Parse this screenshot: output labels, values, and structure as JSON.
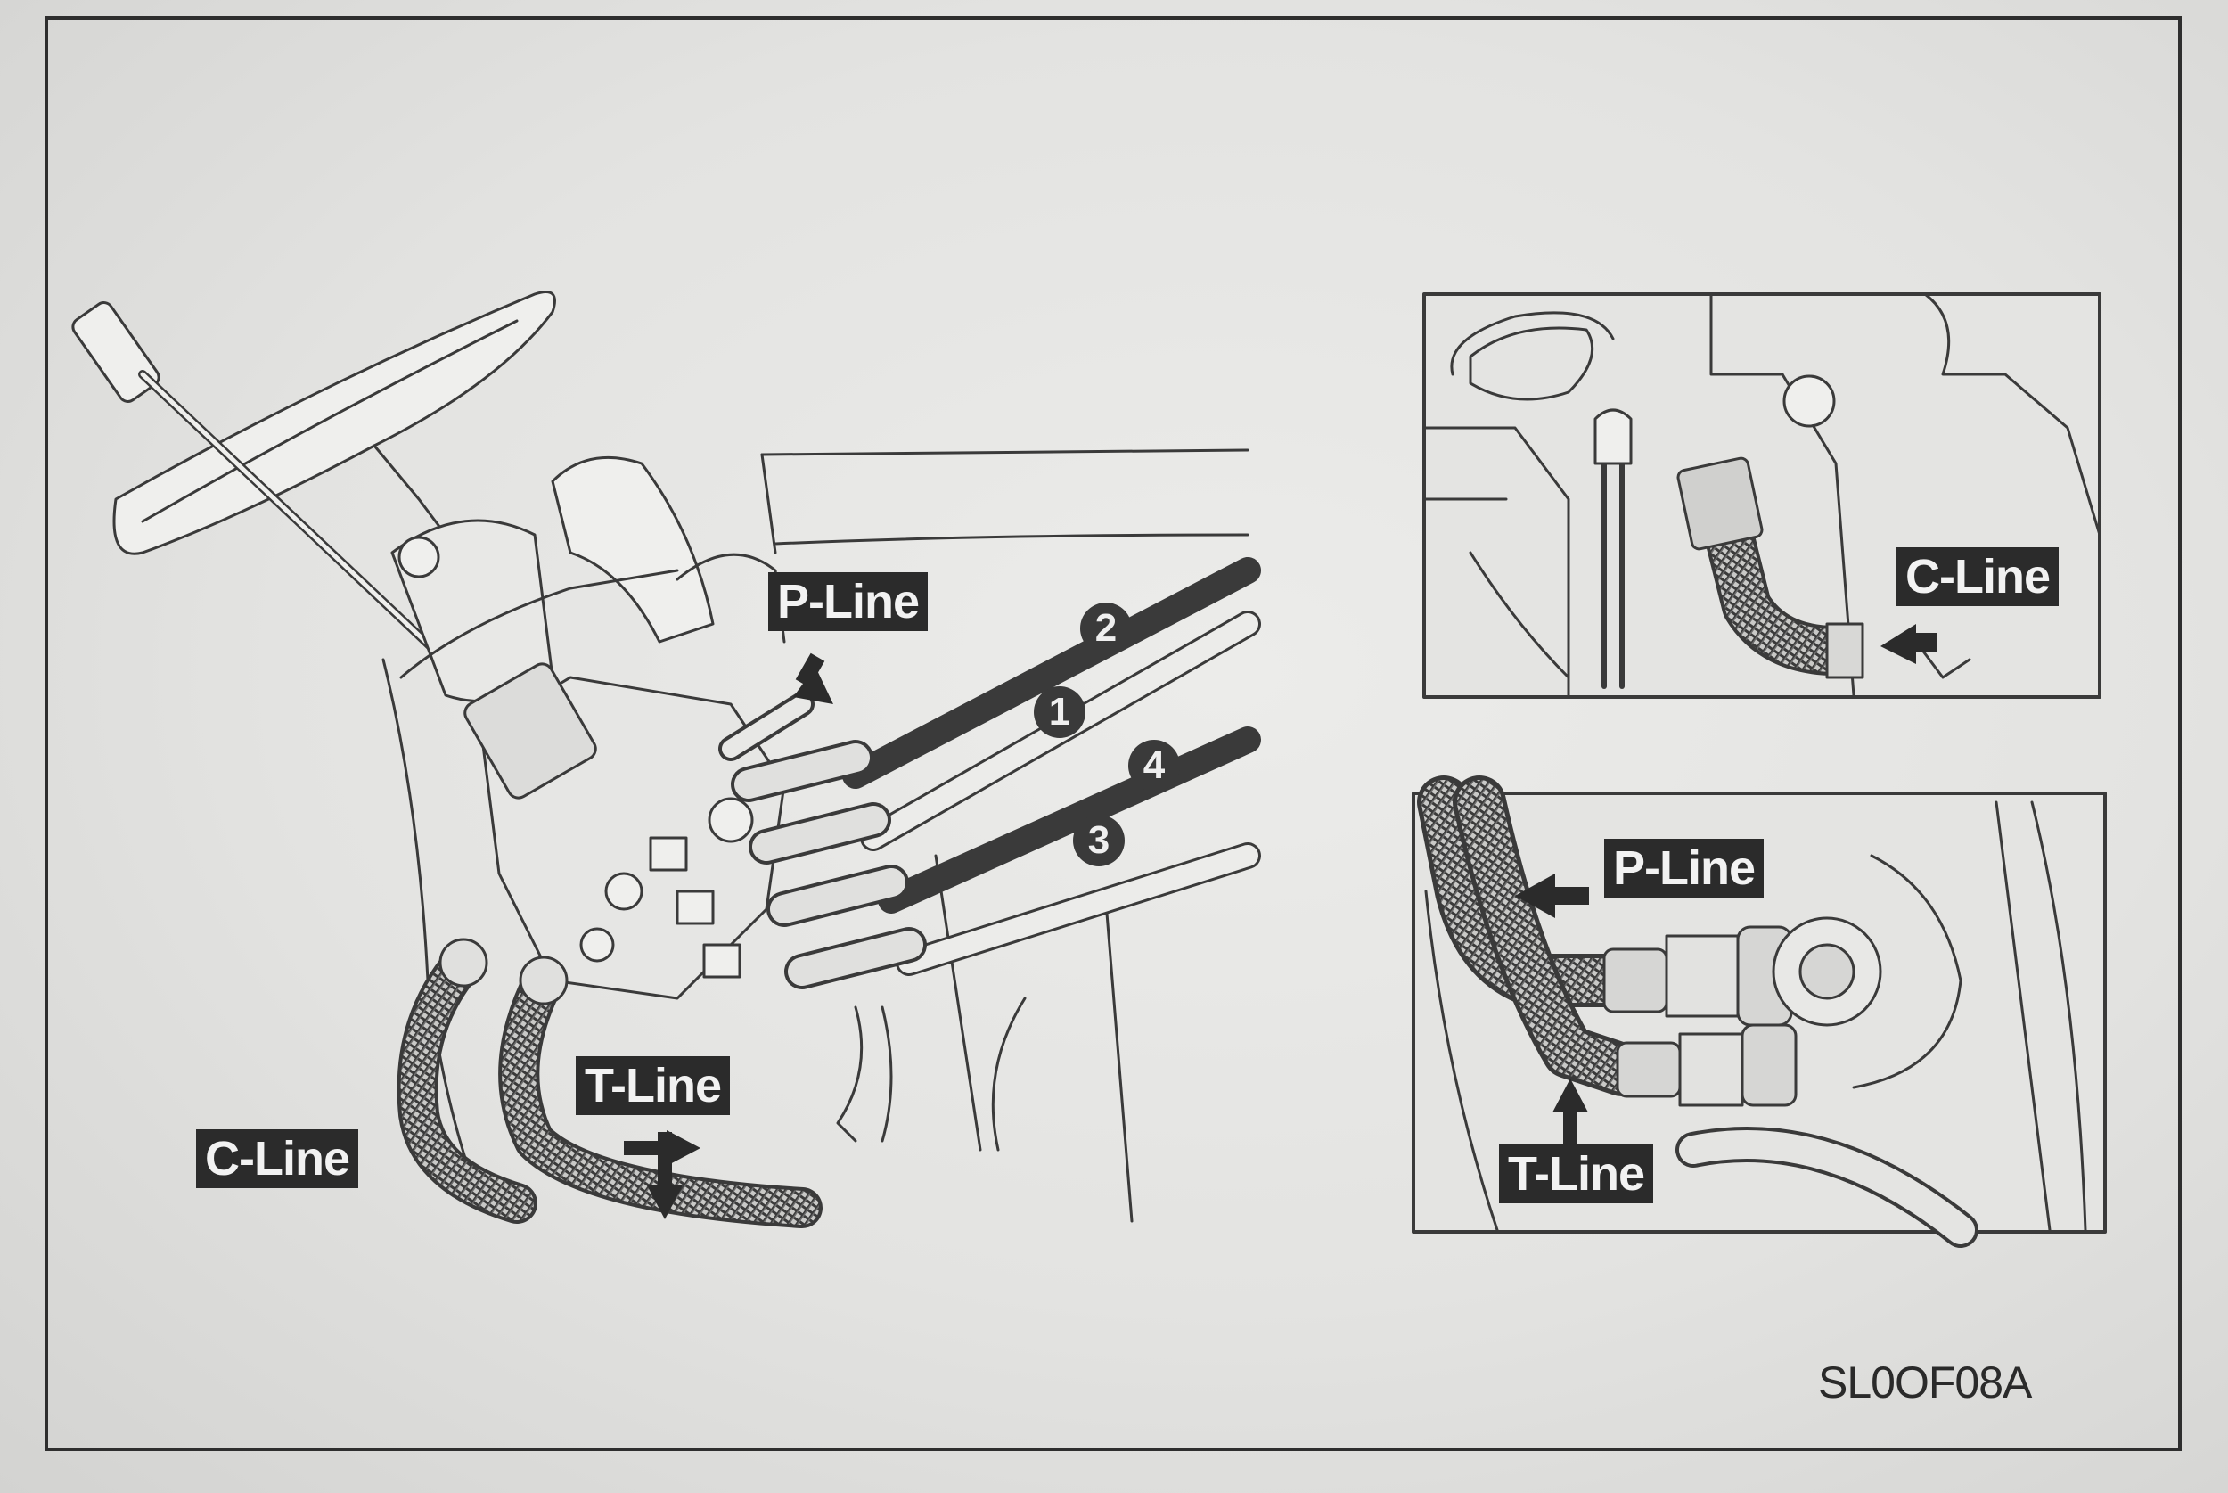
{
  "labels": {
    "main_p_line": "P-Line",
    "main_t_line": "T-Line",
    "main_c_line": "C-Line",
    "inset_top_c_line": "C-Line",
    "inset_bottom_p_line": "P-Line",
    "inset_bottom_t_line": "T-Line"
  },
  "hose_numbers": [
    "2",
    "1",
    "4",
    "3"
  ],
  "figure_code": "SL0OF08A",
  "colors": {
    "label_bg": "#2b2b2b",
    "label_text": "#f2f2f2",
    "line": "#3a3a3a"
  }
}
